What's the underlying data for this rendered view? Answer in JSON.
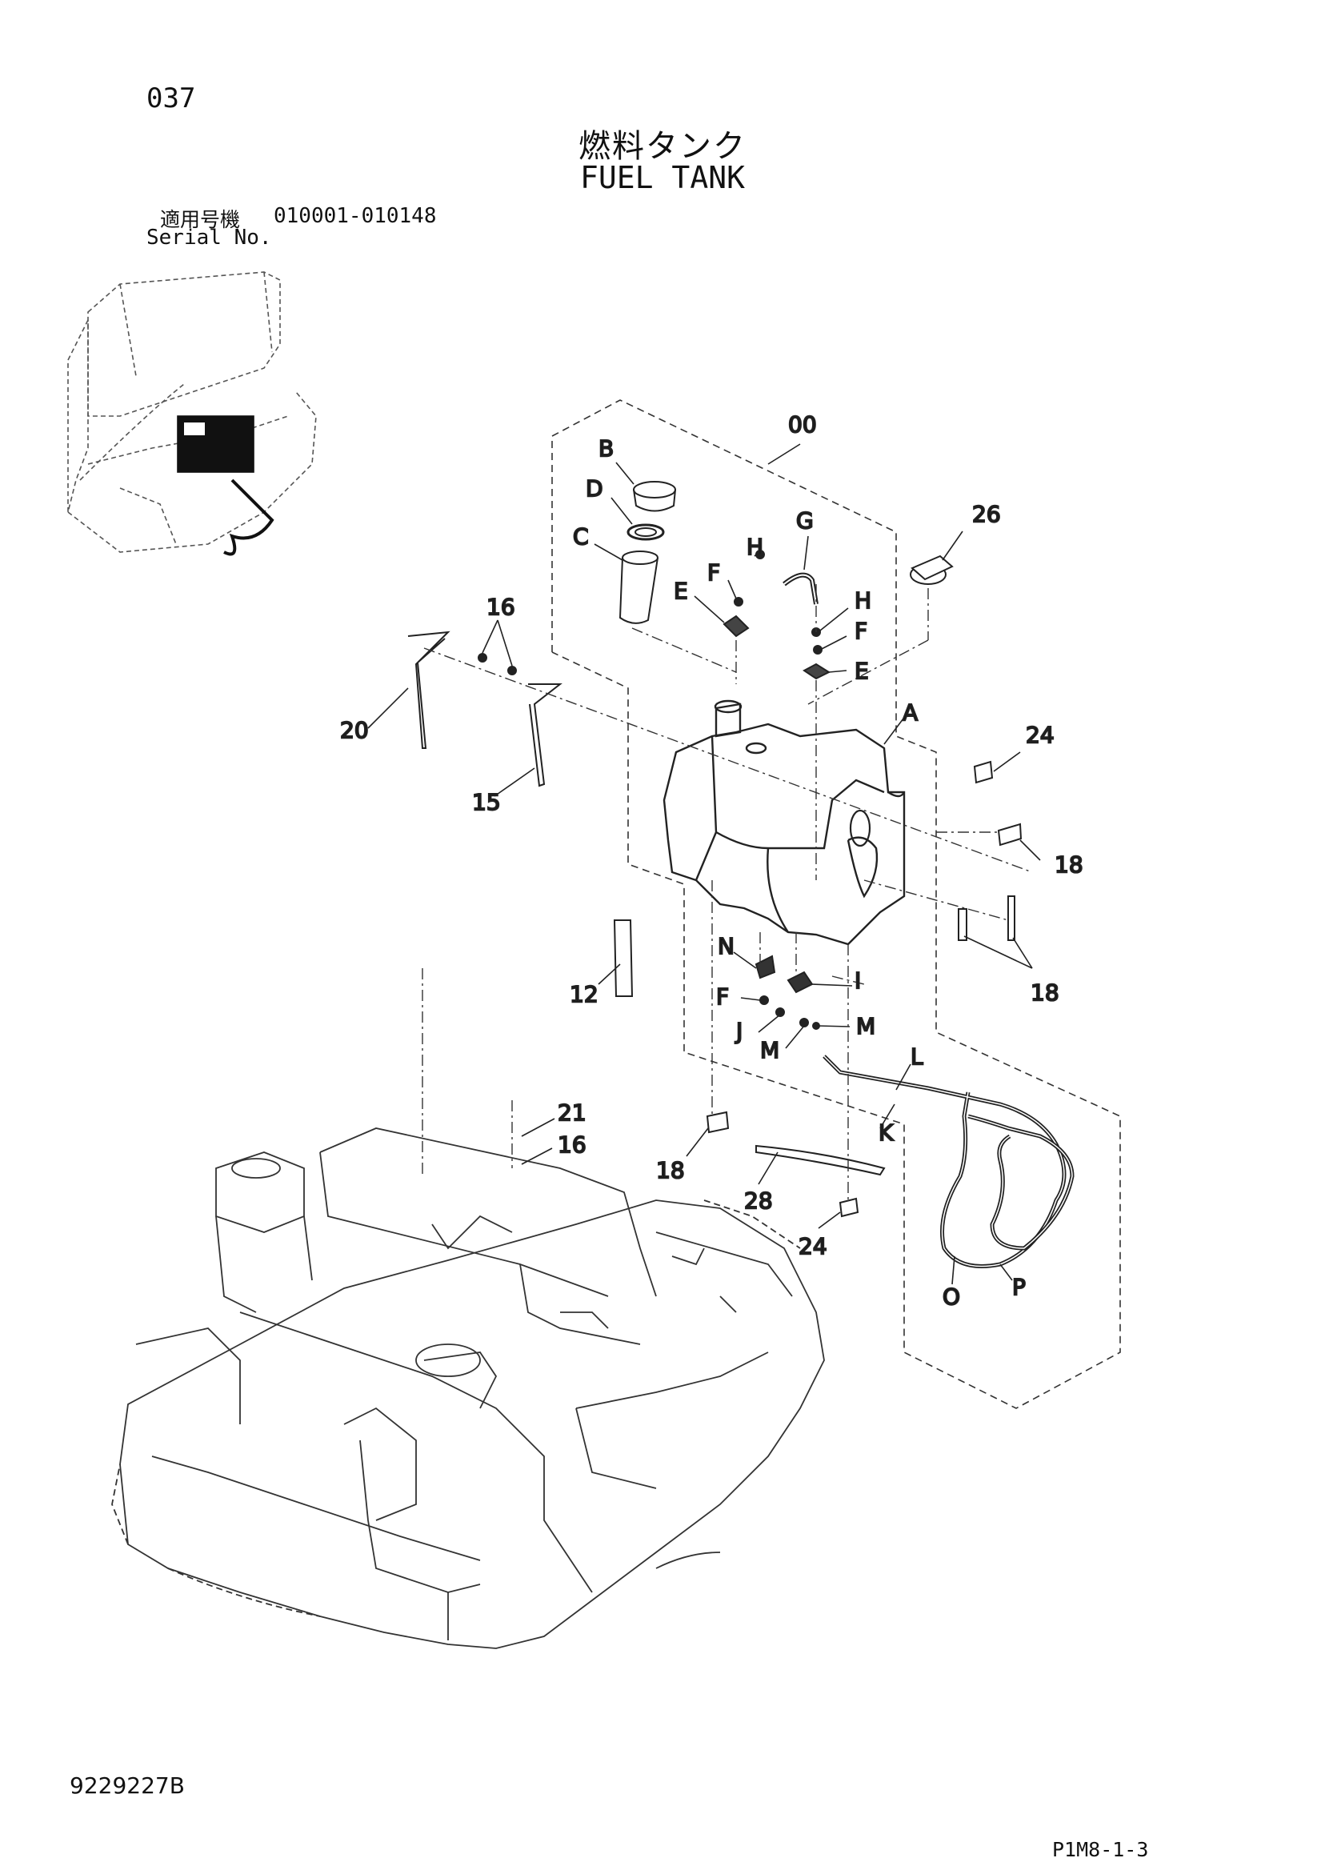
{
  "header": {
    "page_number": "037",
    "title_ja": "燃料タンク",
    "title_en": "FUEL TANK",
    "serial_label_ja": "適用号機",
    "serial_range": "010001-010148",
    "serial_label_en": "Serial No."
  },
  "footer": {
    "drawing_number": "9229227B",
    "page_code": "P1M8-1-3"
  },
  "callouts": {
    "c00": "00",
    "B": "B",
    "D": "D",
    "C": "C",
    "G": "G",
    "H1": "H",
    "F1": "F",
    "E1": "E",
    "H2": "H",
    "F2": "F",
    "E2": "E",
    "c26": "26",
    "c16a": "16",
    "c20": "20",
    "c15": "15",
    "A": "A",
    "c24a": "24",
    "c18a": "18",
    "c12": "12",
    "c18b": "18",
    "N": "N",
    "I": "I",
    "F3": "F",
    "J": "J",
    "M1": "M",
    "M2": "M",
    "L": "L",
    "K": "K",
    "c21": "21",
    "c16b": "16",
    "c18c": "18",
    "c28": "28",
    "c24b": "24",
    "O": "O",
    "P": "P"
  }
}
